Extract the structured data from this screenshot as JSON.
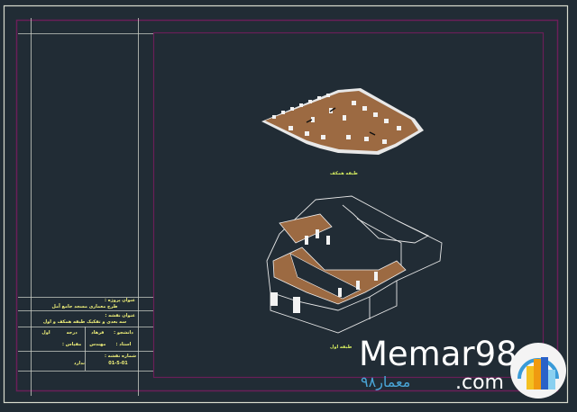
{
  "title_block": {
    "project_label": "عنوان پروژه :",
    "project_name": "طرح معماری مسجد جامع آمل",
    "sheet_label": "عنوان نقشه :",
    "sheet_name": "سه بعدی و تفکیک طبقه همکف و اول",
    "student_label": "دانشجو :",
    "student_value": "فرهاد",
    "grade_label": "درجه",
    "grade_value": "اول",
    "teacher_label": "استاد :",
    "teacher_value": "مهندس",
    "scale_label": "مقیاس :",
    "sheet_no_label": "شماره نقشه :",
    "sheet_no_value": "01-5-01",
    "scale_value": "ندارد"
  },
  "drawings": {
    "top_caption": "طبقه همکف",
    "bottom_caption": "طبقه اول"
  },
  "watermark": {
    "brand": "Memar98",
    "domain": ".com",
    "persian": "معمار۹۸"
  },
  "colors": {
    "background": "#212c35",
    "frame": "#d9dccf",
    "magenta": "#6a1f58",
    "floor": "#a0683f",
    "text": "#f2f27a"
  }
}
